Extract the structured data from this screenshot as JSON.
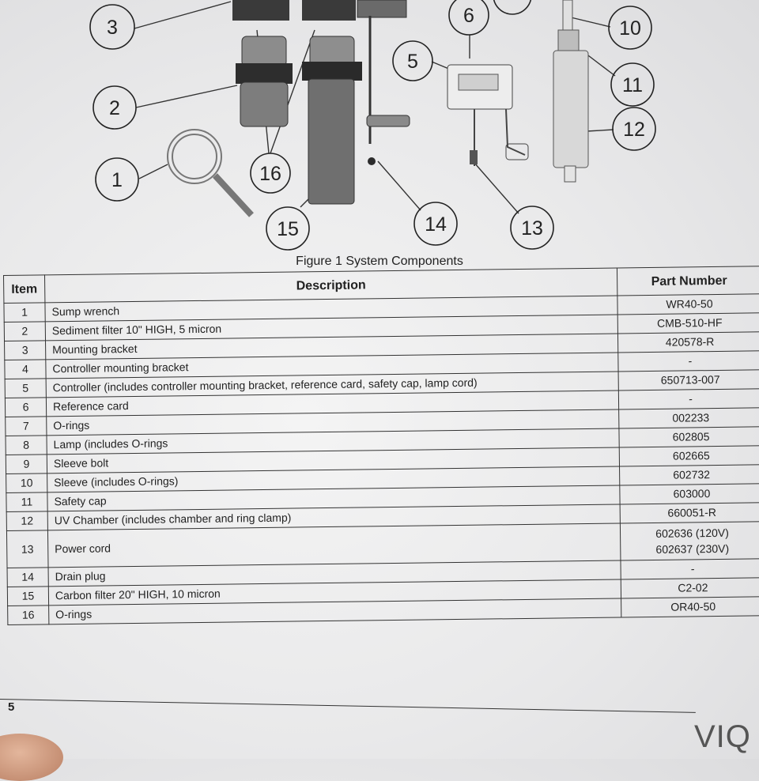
{
  "figure": {
    "caption": "Figure 1 System Components",
    "callouts": [
      "1",
      "2",
      "3",
      "5",
      "6",
      "10",
      "11",
      "12",
      "13",
      "14",
      "15",
      "16"
    ]
  },
  "table": {
    "headers": {
      "item": "Item",
      "description": "Description",
      "part": "Part Number"
    },
    "rows": [
      {
        "item": "1",
        "description": "Sump wrench",
        "part": "WR40-50"
      },
      {
        "item": "2",
        "description": "Sediment filter 10\" HIGH, 5 micron",
        "part": "CMB-510-HF"
      },
      {
        "item": "3",
        "description": "Mounting bracket",
        "part": "420578-R"
      },
      {
        "item": "4",
        "description": "Controller mounting bracket",
        "part": "-"
      },
      {
        "item": "5",
        "description": "Controller (includes controller mounting bracket, reference card, safety cap, lamp cord)",
        "part": "650713-007"
      },
      {
        "item": "6",
        "description": "Reference card",
        "part": "-"
      },
      {
        "item": "7",
        "description": "O-rings",
        "part": "002233"
      },
      {
        "item": "8",
        "description": "Lamp (includes O-rings",
        "part": "602805"
      },
      {
        "item": "9",
        "description": "Sleeve bolt",
        "part": "602665"
      },
      {
        "item": "10",
        "description": "Sleeve (includes O-rings)",
        "part": "602732"
      },
      {
        "item": "11",
        "description": "Safety cap",
        "part": "603000"
      },
      {
        "item": "12",
        "description": "UV Chamber (includes chamber and ring clamp)",
        "part": "660051-R"
      },
      {
        "item": "13",
        "description": "Power cord",
        "part": "602636 (120V)",
        "part2": "602637 (230V)"
      },
      {
        "item": "14",
        "description": "Drain plug",
        "part": "-"
      },
      {
        "item": "15",
        "description": "Carbon filter 20\" HIGH, 10 micron",
        "part": "C2-02"
      },
      {
        "item": "16",
        "description": "O-rings",
        "part": "OR40-50"
      }
    ]
  },
  "footer": {
    "page_number": "5",
    "brand": "VIQ"
  }
}
